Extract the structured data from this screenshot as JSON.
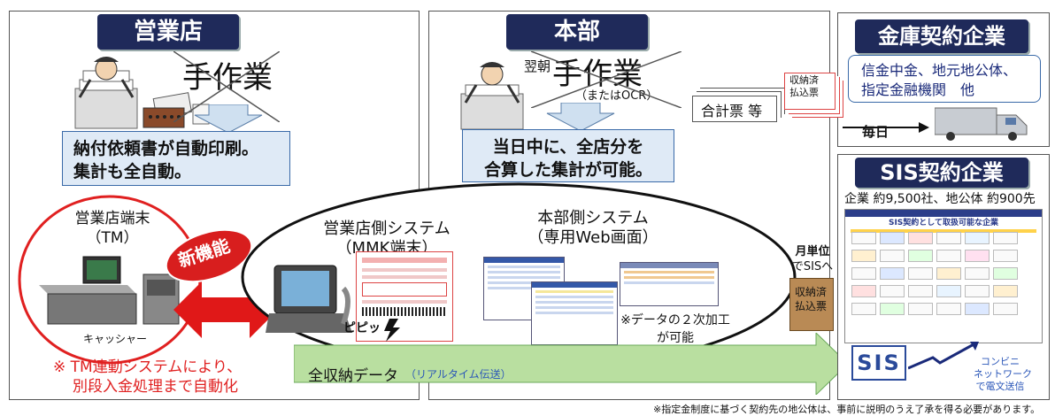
{
  "branch": {
    "title": "営業店",
    "manual_work": "手作業",
    "result_lines": [
      "納付依頼書が自動印刷。",
      "集計も全自動。"
    ],
    "terminal_label": [
      "営業店端末",
      "（TM）"
    ],
    "cashier_label": "キャッシャー",
    "new_feature": "新機能",
    "note_lines": [
      "※ TM連動システムにより、",
      "別段入金処理まで自動化"
    ]
  },
  "hq": {
    "title": "本部",
    "next_morning": "翌朝",
    "manual_work": "手作業",
    "or_ocr": "（またはOCR）",
    "totals_slip": "合計票 等",
    "result_lines": [
      "当日中に、全店分を",
      "合算した集計が可能。"
    ]
  },
  "system": {
    "branch_system": [
      "営業店側システム",
      "（MMK端末）"
    ],
    "hq_system": [
      "本部側システム",
      "（専用Web画面）"
    ],
    "secondary_note": [
      "※データの２次加工",
      "が可能"
    ],
    "beep": "ピピッ",
    "all_data": "全収納データ",
    "realtime": "（リアルタイム伝送）"
  },
  "vault": {
    "title": "金庫契約企業",
    "members_lines": [
      "信金中金、地元地公体、",
      "指定金融機関　他"
    ],
    "daily": "毎日",
    "receipt_stamp": [
      "収納済",
      "払込票"
    ]
  },
  "sis": {
    "title": "SIS契約企業",
    "counts": "企業 約9,500社、地公体 約900先",
    "monthly": [
      "月単位",
      "でSISへ"
    ],
    "box_label": [
      "収納済",
      "払込票"
    ],
    "logo": "SIS",
    "convenience": [
      "コンビニ",
      "ネットワーク",
      "で電文送信"
    ],
    "web_banner": "SIS契約として取扱可能な企業"
  },
  "footnote": "※指定金制度に基づく契約先の地公体は、事前に説明のうえ了承を得る必要があります。",
  "colors": {
    "navy": "#1f2a5a",
    "red": "#e02020",
    "green_arrow": "#b9dfa0",
    "blue_box": "#dfeaf6"
  }
}
